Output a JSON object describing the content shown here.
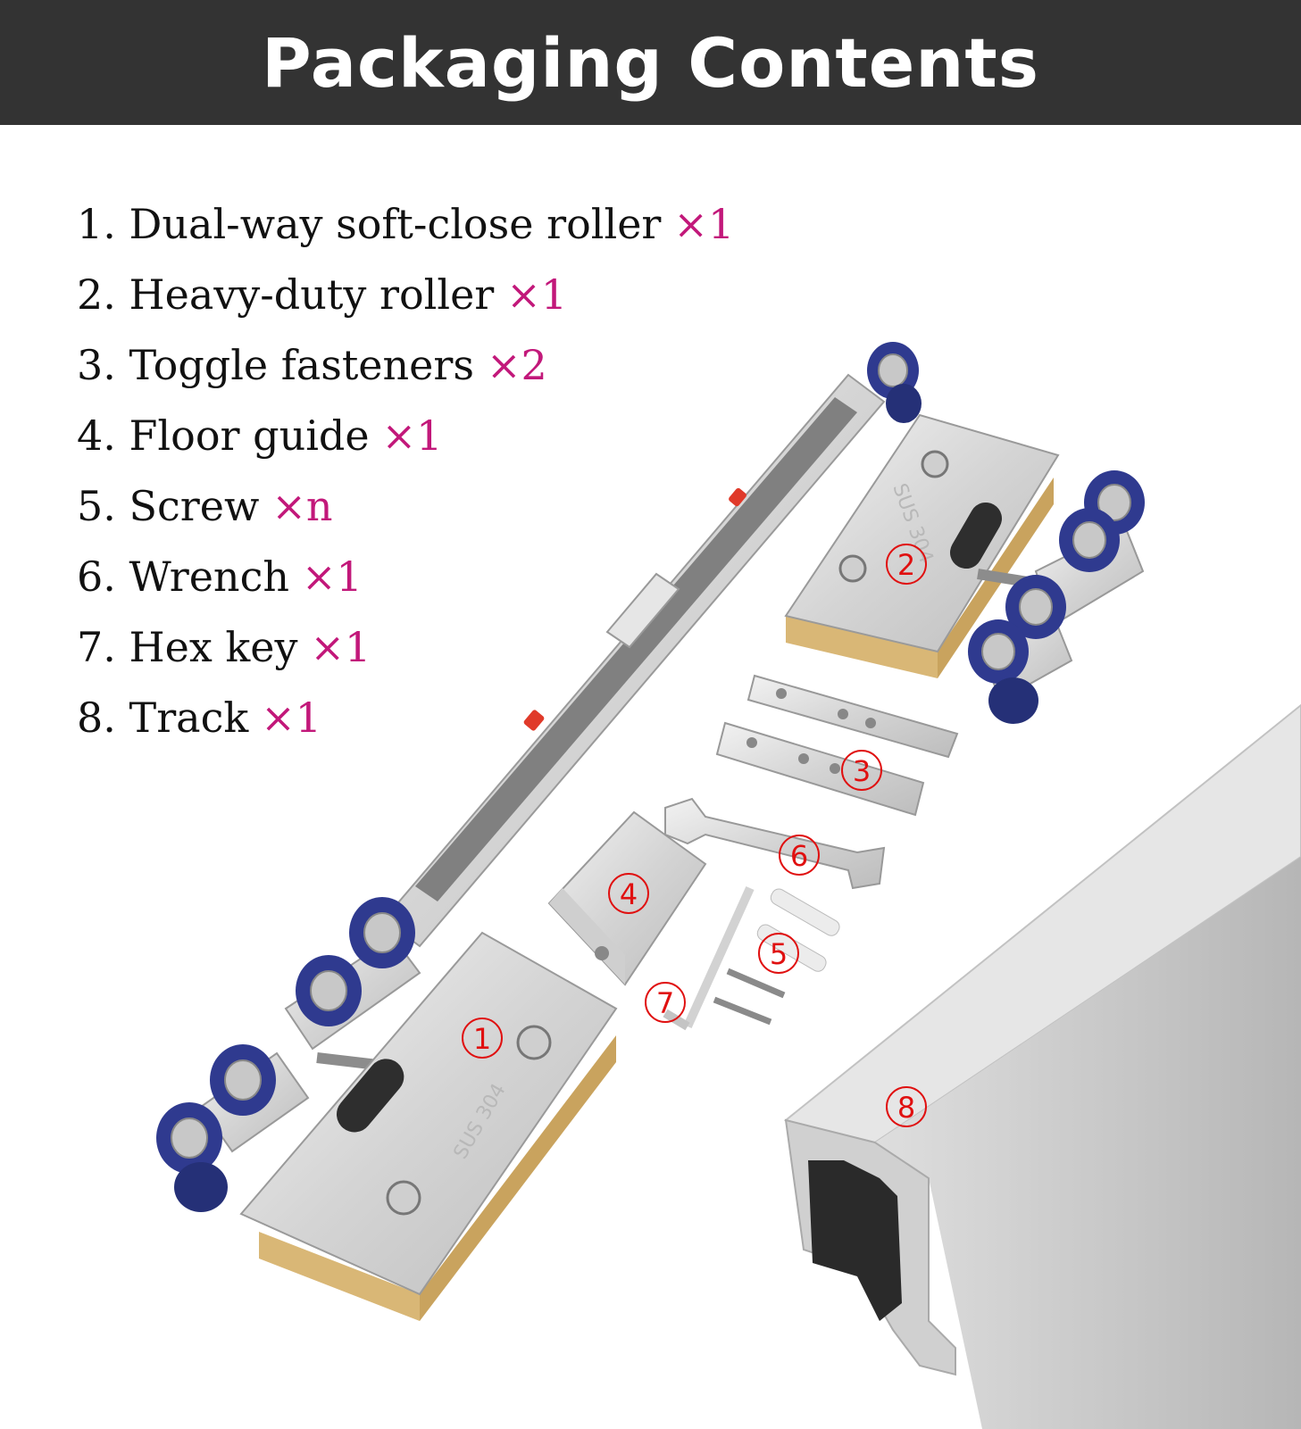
{
  "title": "Packaging Contents",
  "items": [
    {
      "label": "1. Dual-way soft-close roller",
      "qty": "×1"
    },
    {
      "label": "2. Heavy-duty roller",
      "qty": "×1"
    },
    {
      "label": "3. Toggle fasteners",
      "qty": "×2"
    },
    {
      "label": "4. Floor guide",
      "qty": "×1"
    },
    {
      "label": "5. Screw",
      "qty": "×n"
    },
    {
      "label": "6. Wrench",
      "qty": "×1"
    },
    {
      "label": "7. Hex key",
      "qty": "×1"
    },
    {
      "label": "8. Track",
      "qty": "×1"
    }
  ],
  "callouts": [
    "1",
    "2",
    "3",
    "4",
    "5",
    "6",
    "7",
    "8"
  ],
  "engraving": "SUS 304",
  "colors": {
    "header_bg": "#333333",
    "quantity": "#c2187a",
    "callout": "#e01010",
    "wheel": "#2f3a8f"
  }
}
